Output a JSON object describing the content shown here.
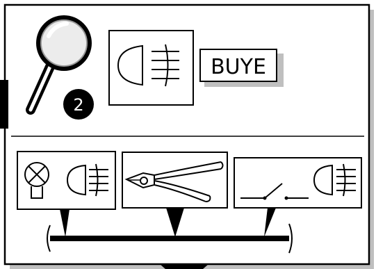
{
  "step": {
    "number": "2"
  },
  "tag": {
    "text": "BUYE"
  },
  "icons": {
    "magnifier": "magnifying-glass-icon",
    "headlamp_symbol": "high-beam-headlamp-symbol",
    "lamp_symbol": "bulb-symbol",
    "cutter": "wire-cutter-pliers-icon",
    "switch": "open-switch-symbol",
    "harness": "wiring-harness-line"
  },
  "colors": {
    "ink": "#000000",
    "paper": "#ffffff",
    "shadow": "#bfbfbf"
  }
}
